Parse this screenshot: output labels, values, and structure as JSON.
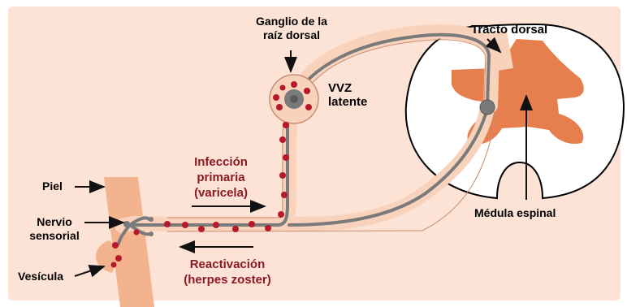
{
  "labels": {
    "ganglio": [
      "Ganglio de la",
      "raíz dorsal"
    ],
    "tracto_dorsal": "Tracto dorsal",
    "vvz_latente": [
      "VVZ",
      "latente"
    ],
    "infeccion_primaria": [
      "Infección",
      "primaria",
      "(varicela)"
    ],
    "piel": "Piel",
    "nervio_sensorial": [
      "Nervio",
      "sensorial"
    ],
    "vesicula": "Vesícula",
    "reactivacion": [
      "Reactivación",
      "(herpes zoster)"
    ],
    "medula_espinal": "Médula espinal"
  },
  "colors": {
    "background": "#fce3d5",
    "skin": "#f3b38e",
    "nerve_sheath": "#f9d2bc",
    "axon": "#7a7a7a",
    "virus": "#b5192b",
    "gray_matter": "#e67e4e",
    "label_red": "#8b1a24"
  }
}
